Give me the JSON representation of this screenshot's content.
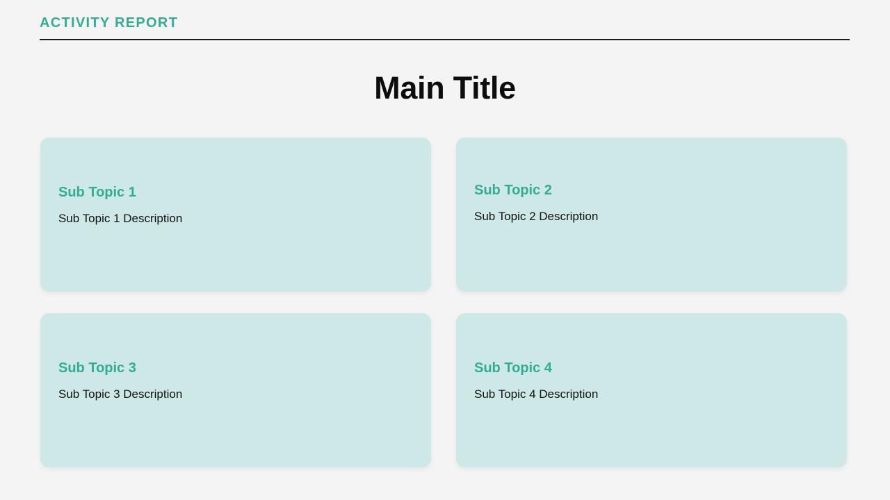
{
  "header": {
    "eyebrow": "ACTIVITY REPORT",
    "accent_color": "#34ac94",
    "rule_color": "#1a1a1a"
  },
  "main": {
    "title": "Main Title",
    "title_color": "#0d0d0d",
    "background_color": "#f4f4f5",
    "cards": [
      {
        "heading": "Sub Topic 1",
        "description": "Sub Topic 1 Description",
        "background_color": "#cde8e6",
        "heading_color": "#34ac94"
      },
      {
        "heading": "Sub Topic 2",
        "description": "Sub Topic 2 Description",
        "background_color": "#cde8e6",
        "heading_color": "#34ac94"
      },
      {
        "heading": "Sub Topic 3",
        "description": "Sub Topic 3 Description",
        "background_color": "#cde8e6",
        "heading_color": "#34ac94"
      },
      {
        "heading": "Sub Topic 4",
        "description": "Sub Topic 4 Description",
        "background_color": "#cde8e6",
        "heading_color": "#34ac94"
      }
    ]
  }
}
